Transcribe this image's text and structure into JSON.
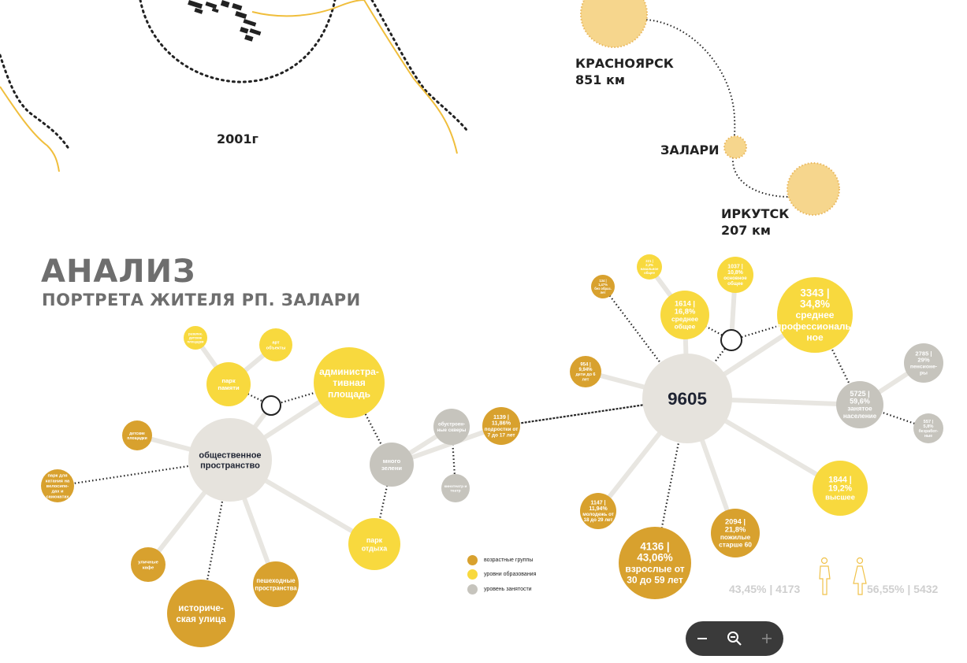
{
  "title": {
    "main": "АНАЛИЗ",
    "sub": "ПОРТРЕТА ЖИТЕЛЯ РП. ЗАЛАРИ"
  },
  "map": {
    "year_label": "2001г",
    "cities": [
      {
        "name": "КРАСНОЯРСК",
        "distance": "851 км"
      },
      {
        "name": "ЗАЛАРИ",
        "distance": ""
      },
      {
        "name": "ИРКУТСК",
        "distance": "207 км"
      }
    ]
  },
  "colors": {
    "age": "#d8a12e",
    "education": "#f8d93e",
    "employment": "#c6c4bd",
    "center": "#e6e3dd",
    "map_circle": "#f6d68d",
    "road": "#f0be3c"
  },
  "nodes": [
    {
      "id": "total",
      "kind": "center",
      "lines": [
        "9605"
      ]
    },
    {
      "id": "age_children",
      "kind": "age",
      "lines": [
        "954 |",
        "9,94%",
        "дети до 6",
        "лет"
      ]
    },
    {
      "id": "age_teens",
      "kind": "age",
      "lines": [
        "1139 |",
        "11,86%",
        "подростки от",
        "7 до 17 лет"
      ]
    },
    {
      "id": "age_youth",
      "kind": "age",
      "lines": [
        "1147 |",
        "11,94%",
        "молодежь от",
        "18 до 29 лет"
      ]
    },
    {
      "id": "age_adults",
      "kind": "age",
      "lines": [
        "4136 |",
        "43,06%",
        "взрослые от",
        "30 до 59 лет"
      ]
    },
    {
      "id": "age_elderly",
      "kind": "age",
      "lines": [
        "2094 |",
        "21,8%",
        "пожилые",
        "старше 60"
      ]
    },
    {
      "id": "edu_none",
      "kind": "age",
      "lines": [
        "134 |",
        "1,47%",
        "без образ.",
        "лет"
      ]
    },
    {
      "id": "edu_221",
      "kind": "education",
      "lines": [
        "221 |",
        "2,3%",
        "начальное",
        "общее"
      ]
    },
    {
      "id": "edu_basic",
      "kind": "education",
      "lines": [
        "1037 |",
        "10,8%",
        "основное",
        "общее"
      ]
    },
    {
      "id": "edu_secondary",
      "kind": "education",
      "lines": [
        "1614 |",
        "16,8%",
        "среднее",
        "общее"
      ]
    },
    {
      "id": "edu_vocational",
      "kind": "education",
      "lines": [
        "3343 |",
        "34,8%",
        "среднее",
        "профессиональ-",
        "ное"
      ]
    },
    {
      "id": "edu_higher",
      "kind": "education",
      "lines": [
        "1844 |",
        "19,2%",
        "высшее"
      ]
    },
    {
      "id": "emp_employed",
      "kind": "employment",
      "lines": [
        "5725 |",
        "59,6%",
        "занятое",
        "население"
      ]
    },
    {
      "id": "emp_pensioners",
      "kind": "employment",
      "lines": [
        "2785 |",
        "29%",
        "пенсионе-",
        "ры"
      ]
    },
    {
      "id": "emp_unemployed",
      "kind": "employment",
      "lines": [
        "557 |",
        "5,8%",
        "безработ-",
        "ные"
      ]
    },
    {
      "id": "public_space",
      "kind": "center",
      "lines": [
        "общественное",
        "пространство"
      ]
    },
    {
      "id": "admin_square",
      "kind": "education",
      "lines": [
        "администра-",
        "тивная",
        "площадь"
      ]
    },
    {
      "id": "memory_park",
      "kind": "education",
      "lines": [
        "парк",
        "памяти"
      ]
    },
    {
      "id": "art_objects",
      "kind": "education",
      "lines": [
        "арт",
        "объекты"
      ]
    },
    {
      "id": "small_top",
      "kind": "education",
      "lines": [
        "развлек.",
        "детские",
        "площадки"
      ]
    },
    {
      "id": "playground",
      "kind": "age",
      "lines": [
        "детские",
        "площадки"
      ]
    },
    {
      "id": "park_games",
      "kind": "age",
      "lines": [
        "парк для",
        "катания на",
        "велосипе-",
        "дах и",
        "самокатах"
      ]
    },
    {
      "id": "street_cafe",
      "kind": "age",
      "lines": [
        "уличные",
        "кафе"
      ]
    },
    {
      "id": "historic_street",
      "kind": "age",
      "lines": [
        "историче-",
        "ская улица"
      ]
    },
    {
      "id": "pedestrian",
      "kind": "age",
      "lines": [
        "пешеходные",
        "пространства"
      ]
    },
    {
      "id": "rest_park",
      "kind": "education",
      "lines": [
        "парк",
        "отдыха"
      ]
    },
    {
      "id": "greenery",
      "kind": "employment",
      "lines": [
        "много",
        "зелени"
      ]
    },
    {
      "id": "squares",
      "kind": "employment",
      "lines": [
        "обустроен-",
        "ные скверы"
      ]
    },
    {
      "id": "cinema",
      "kind": "employment",
      "lines": [
        "кинотеатр и",
        "театр"
      ]
    }
  ],
  "legend": [
    {
      "label": "возрастные группы",
      "color": "#d8a12e"
    },
    {
      "label": "уровни образования",
      "color": "#f8d93e"
    },
    {
      "label": "уровень занятости",
      "color": "#c6c4bd"
    }
  ],
  "gender": {
    "male": "43,45% | 4173",
    "female": "56,55% | 5432"
  },
  "zoom": {
    "out_icon": "minus-icon",
    "reset_icon": "zoom-out-magnifier-icon",
    "in_icon": "plus-icon"
  }
}
